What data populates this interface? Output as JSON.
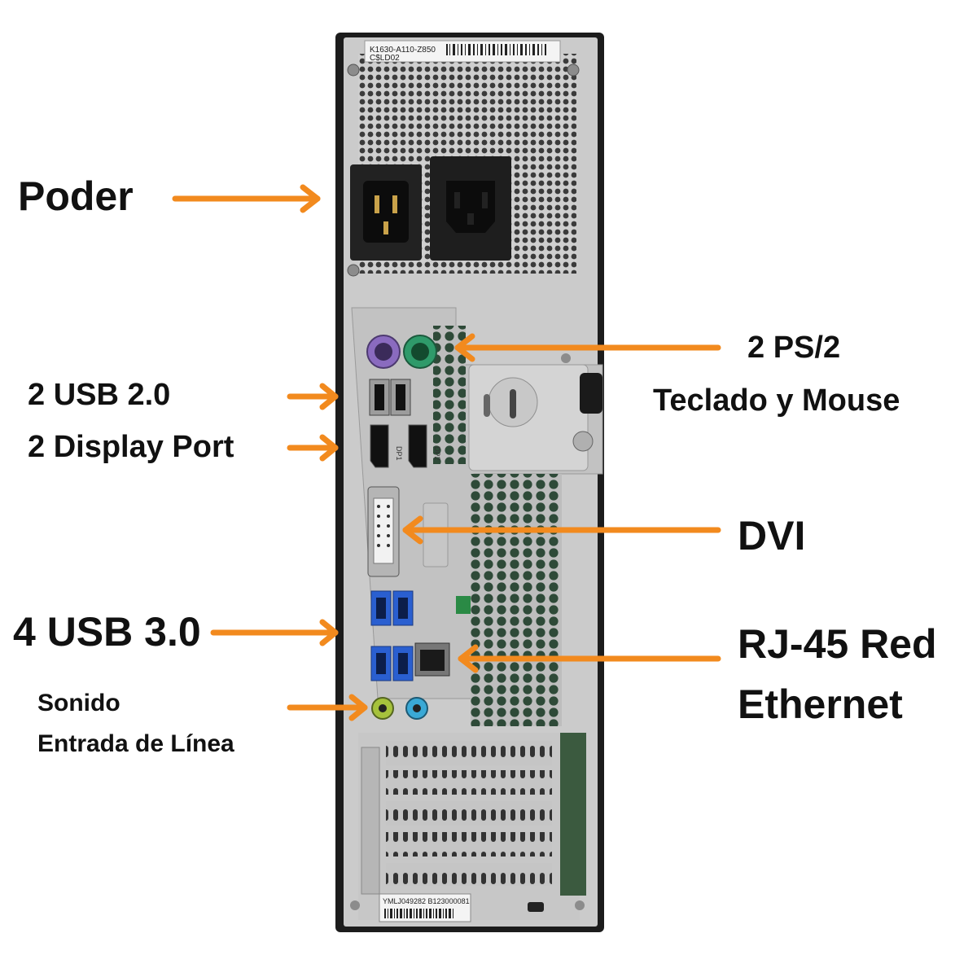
{
  "colors": {
    "arrow": "#f28a1e",
    "chassis": "#1c1c1c",
    "panel": "#c9c9c9",
    "vent_bg": "#3e3e3e",
    "ps2_keyboard": "#8a6bbf",
    "ps2_mouse": "#2f9a6a",
    "usb3": "#2a5fd0",
    "audio_line_in": "#a6c23c",
    "audio_line_out": "#3aa9d6"
  },
  "device": {
    "top_label_line1": "K1630-A110-Z850",
    "top_label_line2": "C$LD02",
    "port_labels": {
      "dp1": "DP1",
      "dp2": "DP2"
    },
    "serial_label": "YMLJ049282  B123000081"
  },
  "labels": {
    "power": "Poder",
    "ps2_line1": "2 PS/2",
    "ps2_line2": "Teclado y Mouse",
    "usb2": "2 USB 2.0",
    "displayport": "2 Display Port",
    "dvi": "DVI",
    "usb3": "4 USB 3.0",
    "rj45_line1": "RJ-45 Red",
    "rj45_line2": "Ethernet",
    "sound_line1": "Sonido",
    "sound_line2": "Entrada de Línea"
  }
}
